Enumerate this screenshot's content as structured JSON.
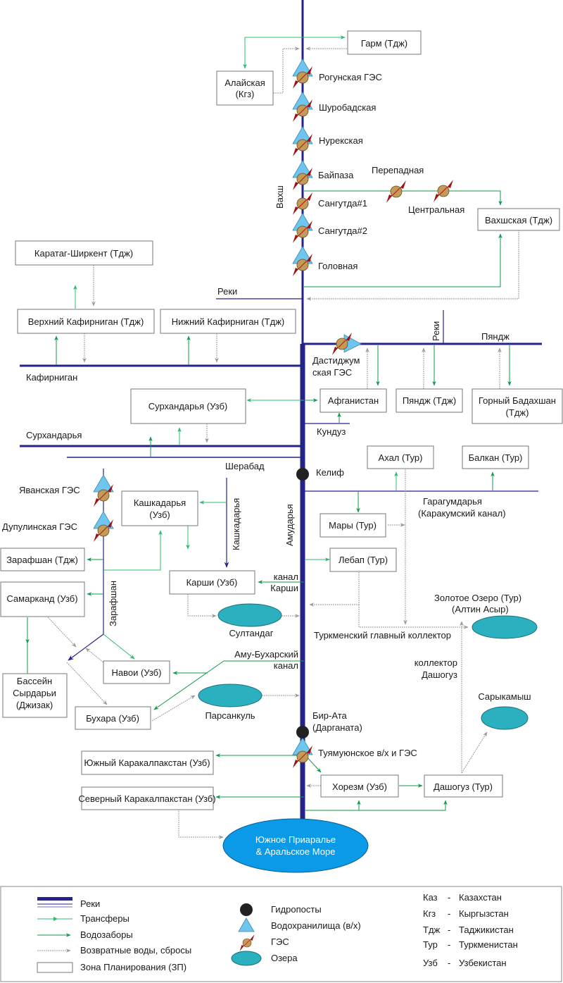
{
  "title": "Схема водохозяйственной системы бассейна Амударьи",
  "colors": {
    "river": "#24238a",
    "transfer": "#2eb86a",
    "intake": "#139a4a",
    "return": "#999999",
    "lake": "#2bb0c0",
    "sea": "#0a9ae8",
    "reservoir": "#6ec6ee",
    "hpp_body": "#c29a5a",
    "hpp_arrow": "#a01010"
  },
  "rivers": {
    "vakhsh": "Вахш",
    "kafirnigan": "Кафирниган",
    "surkhandarya": "Сурхандарья",
    "sherabad": "Шерабад",
    "pyandzh": "Пяндж",
    "kunduz": "Кундуз",
    "reki_1": "Реки",
    "reki_2": "Реки",
    "amudarya": "Амударья",
    "kashkadarya": "Кашкадарья",
    "zarafshan": "Зарафшан",
    "karakum": [
      "Гарагумдарья",
      "(Каракумский канал)"
    ],
    "karshi_canal": [
      "канал",
      "Карши"
    ],
    "amu_bukhara_canal": [
      "Аму-Бухарский",
      "канал"
    ],
    "turkmen_collector": "Туркменский главный коллектор",
    "dashoguz_collector": [
      "коллектор",
      "Дашогуз"
    ]
  },
  "hpps": {
    "rogun": "Рогунская ГЭС",
    "shurobad": "Шуробадская",
    "nurek": "Нурекская",
    "baipaza": "Байпаза",
    "sangtuda1": "Сангутда#1",
    "sangtuda2": "Сангутда#2",
    "golovnaya": "Головная",
    "perepadnaya": "Перепадная",
    "centralnaya": "Центральная",
    "dastidzhum": [
      "Дастиджум",
      "ская ГЭС"
    ],
    "yavan": "Яванская ГЭС",
    "dupuli": "Дупулинская ГЭС",
    "tuyamuyun": "Туямуюнское в/х и ГЭС"
  },
  "gauges": {
    "kelif": "Келиф",
    "bir_ata": [
      "Бир-Ата",
      "(Дарганата)"
    ]
  },
  "zones": {
    "garm": "Гарм (Тдж)",
    "alai": [
      "Алайская",
      "(Кгз)"
    ],
    "vakhsh": "Вахшская (Тдж)",
    "karatag": "Каратаг-Ширкент (Тдж)",
    "upper_kafirnigan": "Верхний Кафирниган (Тдж)",
    "lower_kafirnigan": "Нижний Кафирниган (Тдж)",
    "surkhandarya": "Сурхандарья (Узб)",
    "afghanistan": "Афганистан",
    "pyandzh": "Пяндж (Тдж)",
    "badakhshan": [
      "Горный Бадахшан",
      "(Тдж)"
    ],
    "kashkadarya": [
      "Кашкадарья",
      "(Узб)"
    ],
    "zarafshan": "Зарафшан (Тдж)",
    "samarkand": "Самарканд (Узб)",
    "karshi": "Карши (Узб)",
    "akhal": "Ахал (Тур)",
    "balkan": "Балкан (Тур)",
    "mary": "Мары (Тур)",
    "lebap": "Лебап (Тур)",
    "syrdarya": [
      "Бассейн",
      "Сырдарьи",
      "(Джизак)"
    ],
    "navoi": "Навои (Узб)",
    "bukhara": "Бухара (Узб)",
    "south_karakalpak": "Южный Каракалпакстан (Узб)",
    "north_karakalpak": "Северный Каракалпакстан (Узб)",
    "khorezm": "Хорезм (Узб)",
    "dashoguz": "Дашогуз (Тур)"
  },
  "lakes": {
    "sultandag": "Султандаг",
    "parsankul": "Парсанкуль",
    "golden_lake": [
      "Золотое Озеро (Тур)",
      "(Алтин Асыр)"
    ],
    "sarykamysh": "Сарыкамыш",
    "aral": [
      "Южное Приаралье",
      "& Аральское Море"
    ]
  },
  "legend": {
    "items_left": [
      {
        "symbol": "river",
        "label": "Реки"
      },
      {
        "symbol": "transfer",
        "label": "Трансферы"
      },
      {
        "symbol": "intake",
        "label": "Водозаборы"
      },
      {
        "symbol": "return",
        "label": "Возвратные воды, сбросы"
      },
      {
        "symbol": "zone",
        "label": "Зона Планирования (ЗП)"
      }
    ],
    "items_mid": [
      {
        "symbol": "gauge",
        "label": "Гидропосты"
      },
      {
        "symbol": "reservoir",
        "label": "Водохранилища (в/х)"
      },
      {
        "symbol": "hpp",
        "label": "ГЭС"
      },
      {
        "symbol": "lake",
        "label": "Озера"
      }
    ],
    "abbreviations": [
      {
        "abbr": "Каз",
        "sep": "-",
        "name": "Казахстан"
      },
      {
        "abbr": "Кгз",
        "sep": "-",
        "name": "Кыргызстан"
      },
      {
        "abbr": "Тдж",
        "sep": "-",
        "name": "Таджикистан"
      },
      {
        "abbr": "Тур",
        "sep": "-",
        "name": "Туркменистан"
      },
      {
        "abbr": "Узб",
        "sep": "-",
        "name": "Узбекистан"
      }
    ]
  }
}
